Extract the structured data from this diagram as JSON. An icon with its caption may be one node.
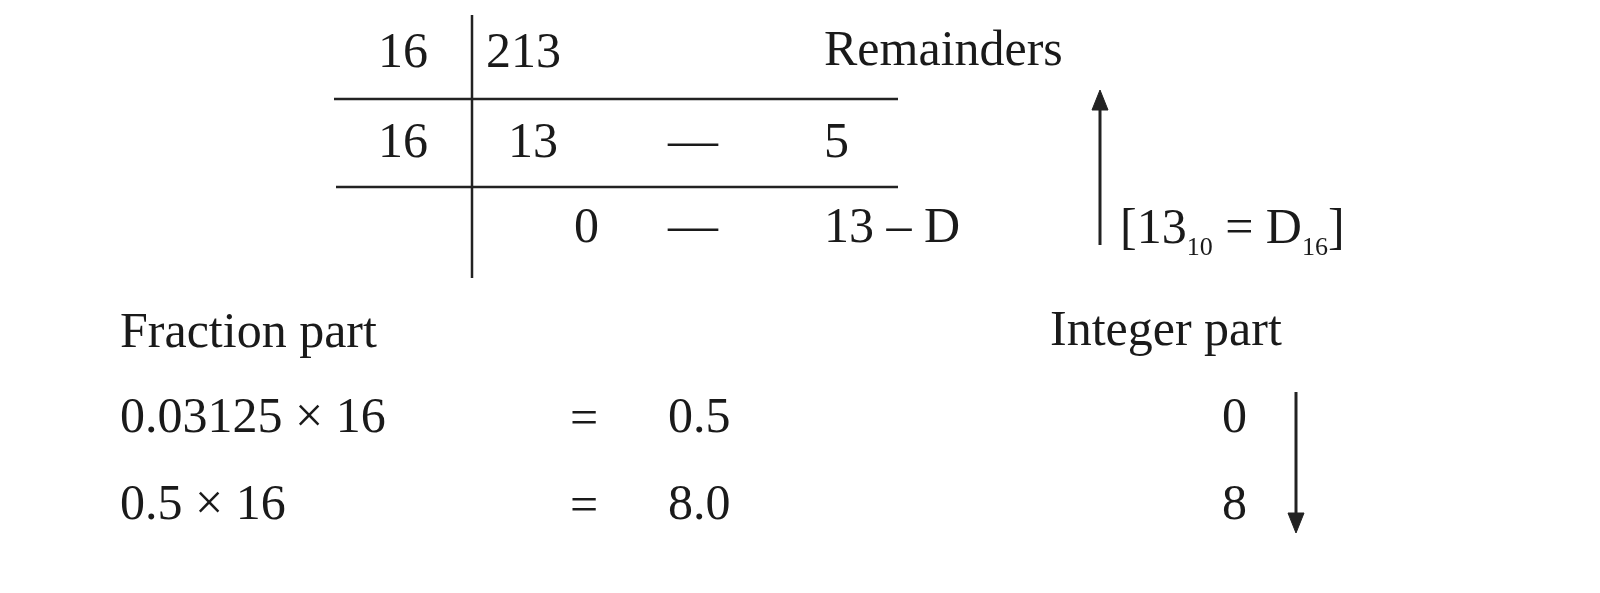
{
  "diagram": {
    "labels": [
      "16",
      "213",
      "Remainders",
      "16",
      "13",
      "—",
      "5",
      "0",
      "—",
      "13 – D",
      "[13$_{10}$ = D$_{16}$]",
      "Fraction part",
      "Integer part",
      "0.03125 × 16",
      "=",
      "0.5",
      "0",
      "0.5 × 16",
      "=",
      "8.0",
      "8"
    ]
  }
}
